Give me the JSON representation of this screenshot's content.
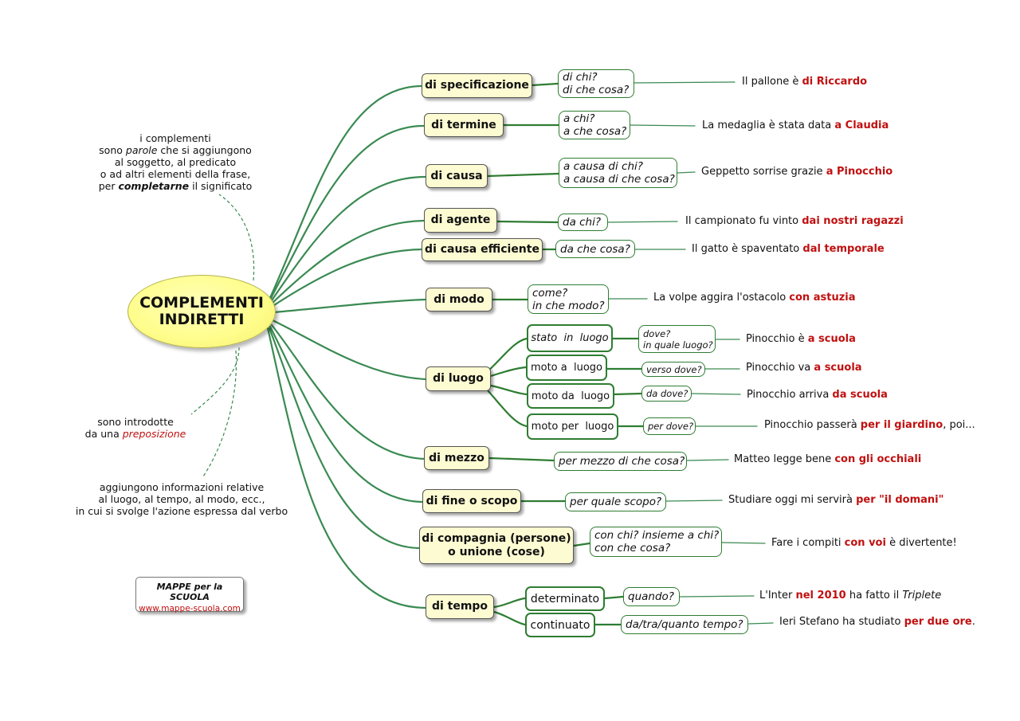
{
  "center": {
    "line1": "COMPLEMENTI",
    "line2": "INDIRETTI"
  },
  "notes": {
    "top": {
      "l1": "i complementi",
      "l2_pre": "sono ",
      "l2_it": "parole",
      "l2_post": "  che si aggiungono",
      "l3": "al soggetto, al predicato",
      "l4": "o ad altri elementi della frase,",
      "l5_pre": "per ",
      "l5_bi": "completarne",
      "l5_post": "  il significato"
    },
    "middle": {
      "l1": "sono introdotte",
      "l2_pre": "da una ",
      "l2_red": "preposizione"
    },
    "bottom": {
      "l1": "aggiungono informazioni relative",
      "l2": "al luogo, al tempo, al modo, ecc.,",
      "l3": "in cui si svolge l'azione espressa dal verbo"
    }
  },
  "logo": {
    "title": "MAPPE per la SCUOLA",
    "url": "www.mappe-scuola.com"
  },
  "categories": {
    "specificazione": "di specificazione",
    "termine": "di termine",
    "causa": "di causa",
    "agente": "di agente",
    "causa_efficiente": "di causa efficiente",
    "modo": "di modo",
    "luogo": "di luogo",
    "mezzo": "di mezzo",
    "fine": "di fine o scopo",
    "compagnia_1": "di compagnia (persone)",
    "compagnia_2": "o unione (cose)",
    "tempo": "di tempo"
  },
  "subnodes": {
    "stato_in_luogo": "stato  in  luogo",
    "moto_a_luogo": "moto a  luogo",
    "moto_da_luogo": "moto da  luogo",
    "moto_per_luogo": "moto per  luogo",
    "determinato": "determinato",
    "continuato": "continuato"
  },
  "questions": {
    "specificazione": [
      "di chi?",
      "di che cosa?"
    ],
    "termine": [
      "a chi?",
      "a che cosa?"
    ],
    "causa": [
      "a causa di chi?",
      "a causa di che cosa?"
    ],
    "agente": [
      "da chi?"
    ],
    "causa_efficiente": [
      "da che cosa?"
    ],
    "modo": [
      "come?",
      "in che modo?"
    ],
    "stato_in_luogo": [
      "dove?",
      "in quale luogo?"
    ],
    "moto_a_luogo": [
      "verso dove?"
    ],
    "moto_da_luogo": [
      "da dove?"
    ],
    "moto_per_luogo": [
      "per dove?"
    ],
    "mezzo": [
      "per mezzo di che cosa?"
    ],
    "fine": [
      "per quale scopo?"
    ],
    "compagnia": [
      "con chi? insieme a chi?",
      "con che cosa?"
    ],
    "determinato": [
      "quando?"
    ],
    "continuato": [
      "da/tra/quanto tempo?"
    ]
  },
  "examples": {
    "specificazione": {
      "pre": "Il pallone è ",
      "hl": "di Riccardo",
      "post": ""
    },
    "termine": {
      "pre": "La medaglia è stata data ",
      "hl": "a Claudia",
      "post": ""
    },
    "causa": {
      "pre": "Geppetto sorrise grazie ",
      "hl": "a Pinocchio",
      "post": ""
    },
    "agente": {
      "pre": "Il campionato fu vinto ",
      "hl": "dai nostri ragazzi",
      "post": ""
    },
    "causa_efficiente": {
      "pre": "Il gatto è spaventato ",
      "hl": "dal temporale",
      "post": ""
    },
    "modo": {
      "pre": "La volpe aggira l'ostacolo ",
      "hl": "con astuzia",
      "post": ""
    },
    "stato_in_luogo": {
      "pre": "Pinocchio è ",
      "hl": "a scuola",
      "post": ""
    },
    "moto_a_luogo": {
      "pre": "Pinocchio va ",
      "hl": "a scuola",
      "post": ""
    },
    "moto_da_luogo": {
      "pre": "Pinocchio arriva ",
      "hl": "da scuola",
      "post": ""
    },
    "moto_per_luogo": {
      "pre": "Pinocchio passerà ",
      "hl": "per il giardino",
      "post": ", poi..."
    },
    "mezzo": {
      "pre": "Matteo legge bene ",
      "hl": "con gli occhiali",
      "post": ""
    },
    "fine": {
      "pre": "Studiare oggi mi servirà ",
      "hl": "per \"il domani\"",
      "post": ""
    },
    "compagnia": {
      "pre": "Fare i compiti ",
      "hl": "con voi",
      "post": " è divertente!"
    },
    "determinato": {
      "pre": "L'Inter ",
      "hl": "nel 2010",
      "mid": " ha fatto il ",
      "it": "Triplete"
    },
    "continuato": {
      "pre": "Ieri Stefano ha studiato ",
      "hl": "per due ore",
      "post": "."
    }
  },
  "colors": {
    "link": "#2e7d32",
    "highlight": "#c11010",
    "center_fill": "#fffd8a",
    "category_fill": "#fdfbd2"
  }
}
